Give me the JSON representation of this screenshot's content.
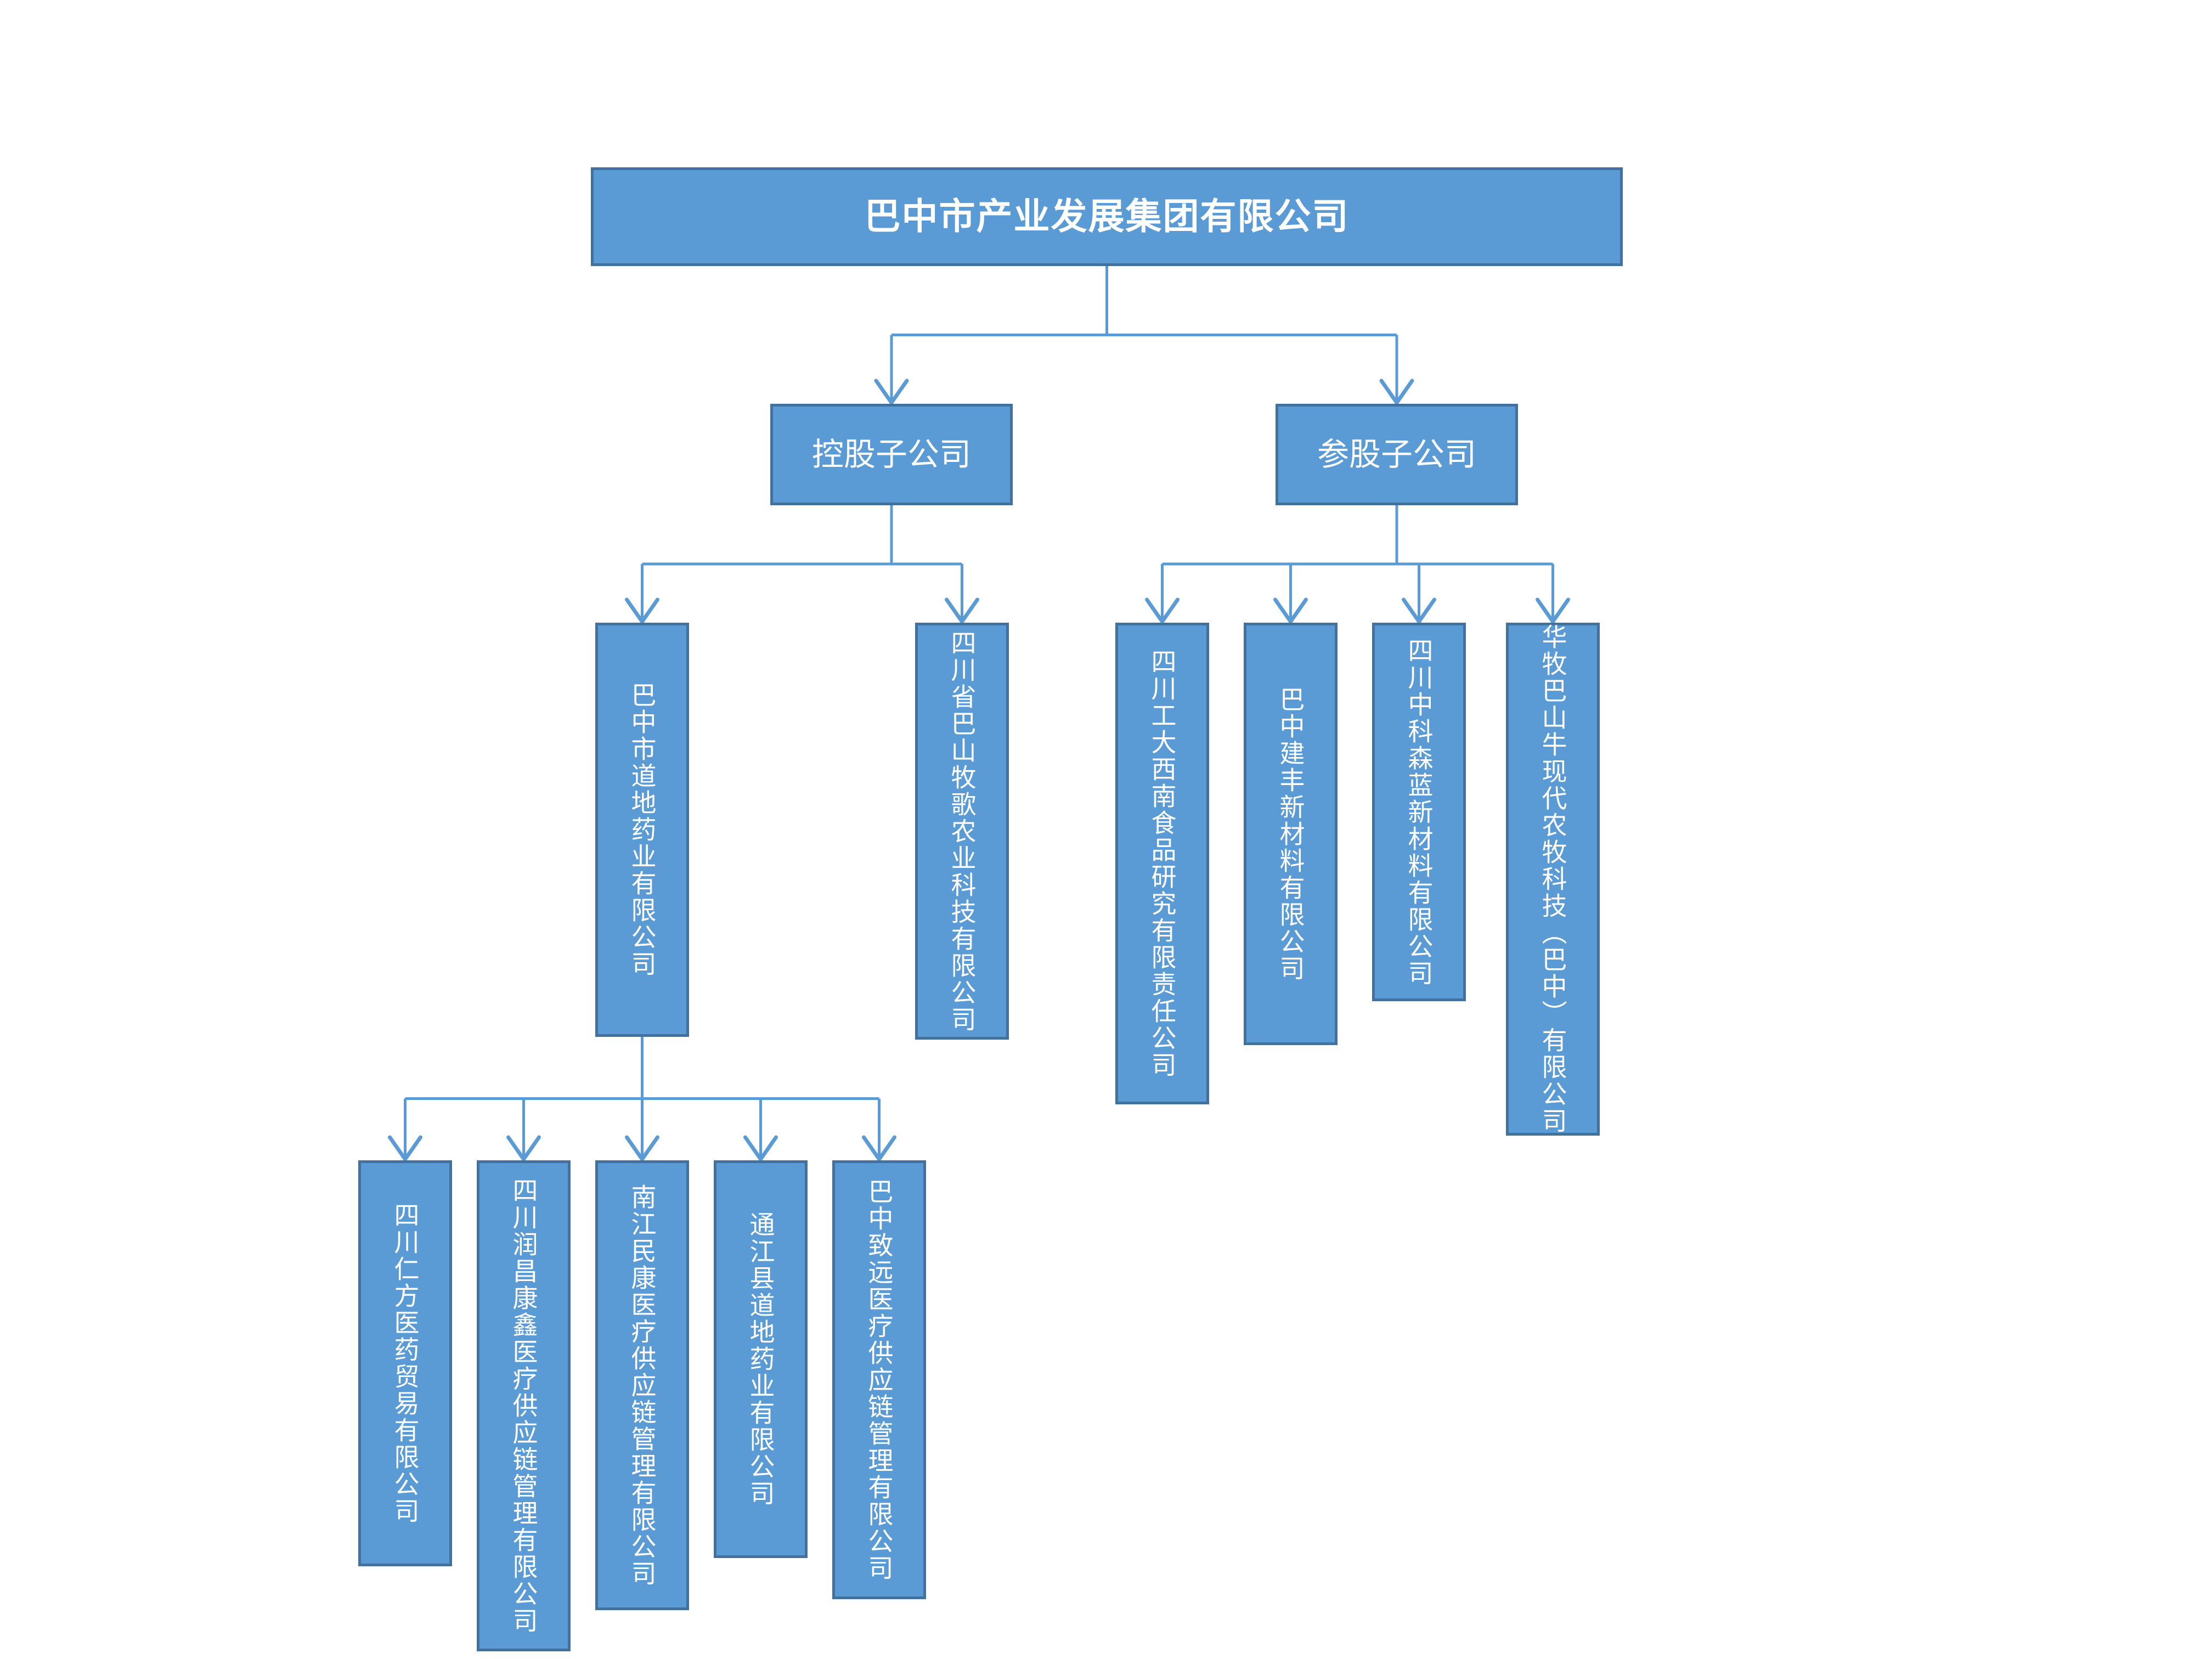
{
  "org_chart": {
    "root": {
      "label": "巴中市产业发展集团有限公司"
    },
    "branches": [
      {
        "label": "控股子公司",
        "children": [
          {
            "label": "巴中市道地药业有限公司",
            "children": [
              {
                "label": "四川仁方医药贸易有限公司"
              },
              {
                "label": "四川润昌康鑫医疗供应链管理有限公司"
              },
              {
                "label": "南江民康医疗供应链管理有限公司"
              },
              {
                "label": "通江县道地药业有限公司"
              },
              {
                "label": "巴中致远医疗供应链管理有限公司"
              }
            ]
          },
          {
            "label": "四川省巴山牧歌农业科技有限公司"
          }
        ]
      },
      {
        "label": "参股子公司",
        "children": [
          {
            "label": "四川工大西南食品研究有限责任公司"
          },
          {
            "label": "巴中建丰新材料有限公司"
          },
          {
            "label": "四川中科森蓝新材料有限公司"
          },
          {
            "label": "华牧巴山牛现代农牧科技（巴中）有限公司"
          }
        ]
      }
    ],
    "colors": {
      "box_fill": "#5B9BD5",
      "box_border": "#41719C",
      "connector": "#5B9BD5",
      "text": "#FFFFFF",
      "background": "#FFFFFF"
    }
  }
}
